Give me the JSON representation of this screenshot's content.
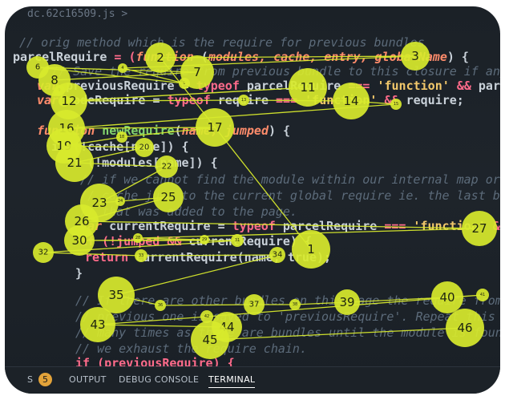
{
  "editor": {
    "top_fragment": "dc.62c16509.js >",
    "lines": {
      "l1": "// orig method which is the require for previous bundles",
      "l2a": "parcelRequire",
      "l2b": " = (",
      "l2c": "function",
      "l2d": " (",
      "l2e": "modules, cache, entry, globalName",
      "l2f": ") {",
      "l3": "// Save the require from previous bundle to this closure if any",
      "l4a": "var ",
      "l4b": "previousRequire = ",
      "l4c": "typeof",
      "l4d": " parcelRequire ",
      "l4e": "===",
      "l4f": " 'function' ",
      "l4g": "&&",
      "l4h": " parcelRequire;",
      "l5a": "var ",
      "l5b": "nodeRequire = ",
      "l5c": "typeof",
      "l5d": " require ",
      "l5e": "===",
      "l5f": " 'function' ",
      "l5g": "&&",
      "l5h": " require;",
      "l6a": "function ",
      "l6b": "newRequire",
      "l6c": "(",
      "l6d": "name, jumped",
      "l6e": ") {",
      "l7": "if (!cache[name]) {",
      "l8": "if (!modules[name]) {",
      "l9": "// if we cannot find the module within our internal map or",
      "l10": "// cache jump to the current global require ie. the last bundle",
      "l11": "// that was added to the page.",
      "l12a": "var ",
      "l12b": "currentRequire = ",
      "l12c": "typeof",
      "l12d": " parcelRequire ",
      "l12e": "===",
      "l12f": " 'function' ",
      "l12g": "&&",
      "l13a": "if (!jumped ",
      "l13b": "&&",
      "l13c": " currentRequire) {",
      "l14a": "return ",
      "l14b": "currentRequire(name, true);",
      "l15": "}",
      "l16": "// If there are other bundles on this page the require from the",
      "l17": "// previous one is saved to 'previousRequire'. Repeat this as",
      "l18": "// many times as there are bundles until the module is found or",
      "l19": "// we exhaust the require chain.",
      "l20": "if (previousRequire) {"
    }
  },
  "panel_tabs": {
    "problems_fragment": "S",
    "problems_count": "5",
    "output": "OUTPUT",
    "debug_console": "DEBUG CONSOLE",
    "terminal": "TERMINAL"
  },
  "gaze": {
    "color": "#d8ea2c",
    "fixations": [
      {
        "n": "1",
        "r": 24
      },
      {
        "n": "2",
        "r": 19
      },
      {
        "n": "3",
        "r": 18
      },
      {
        "n": "4",
        "r": 6
      },
      {
        "n": "5",
        "r": 7
      },
      {
        "n": "6",
        "r": 14
      },
      {
        "n": "7",
        "r": 21
      },
      {
        "n": "8",
        "r": 20
      },
      {
        "n": "9",
        "r": 7
      },
      {
        "n": "10",
        "r": 7
      },
      {
        "n": "11",
        "r": 24
      },
      {
        "n": "12",
        "r": 23
      },
      {
        "n": "13",
        "r": 7
      },
      {
        "n": "14",
        "r": 23
      },
      {
        "n": "15",
        "r": 7
      },
      {
        "n": "16",
        "r": 23
      },
      {
        "n": "17",
        "r": 24
      },
      {
        "n": "18",
        "r": 7
      },
      {
        "n": "19",
        "r": 22
      },
      {
        "n": "20",
        "r": 12
      },
      {
        "n": "21",
        "r": 24
      },
      {
        "n": "22",
        "r": 14
      },
      {
        "n": "23",
        "r": 24
      },
      {
        "n": "24",
        "r": 6
      },
      {
        "n": "25",
        "r": 19
      },
      {
        "n": "26",
        "r": 21
      },
      {
        "n": "27",
        "r": 22
      },
      {
        "n": "28",
        "r": 6
      },
      {
        "n": "29",
        "r": 6
      },
      {
        "n": "30",
        "r": 19
      },
      {
        "n": "31",
        "r": 8
      },
      {
        "n": "32",
        "r": 13
      },
      {
        "n": "33",
        "r": 8
      },
      {
        "n": "34",
        "r": 10
      },
      {
        "n": "35",
        "r": 23
      },
      {
        "n": "36",
        "r": 7
      },
      {
        "n": "37",
        "r": 13
      },
      {
        "n": "38",
        "r": 7
      },
      {
        "n": "39",
        "r": 16
      },
      {
        "n": "40",
        "r": 20
      },
      {
        "n": "41",
        "r": 8
      },
      {
        "n": "42",
        "r": 8
      },
      {
        "n": "43",
        "r": 22
      },
      {
        "n": "44",
        "r": 19
      },
      {
        "n": "45",
        "r": 24
      },
      {
        "n": "46",
        "r": 24
      }
    ]
  }
}
